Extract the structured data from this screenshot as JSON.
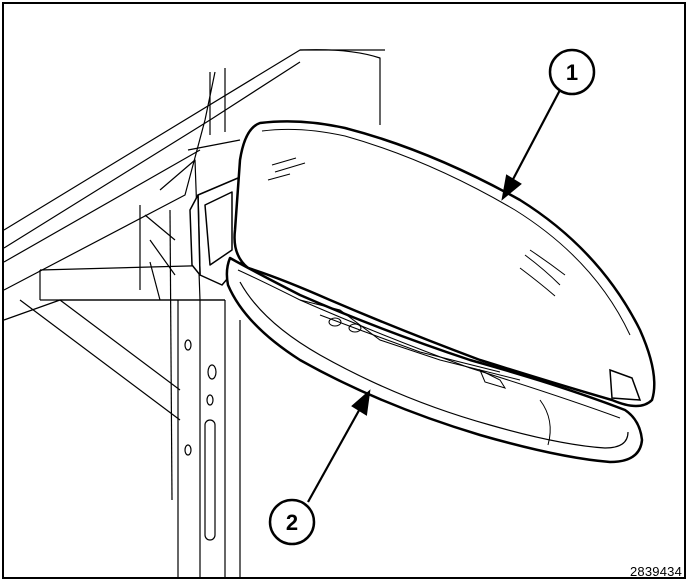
{
  "figure": {
    "id": "2839434",
    "callouts": [
      {
        "number": "1"
      },
      {
        "number": "2"
      }
    ]
  }
}
